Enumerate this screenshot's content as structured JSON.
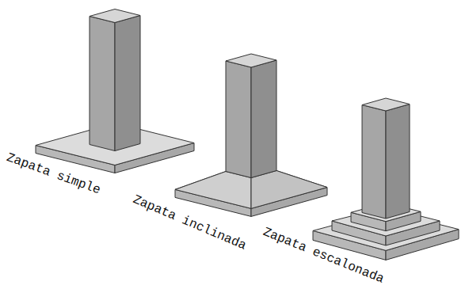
{
  "diagram": {
    "labels": [
      "Zapata simple",
      "Zapata inclinada",
      "Zapata escalonada"
    ]
  }
}
